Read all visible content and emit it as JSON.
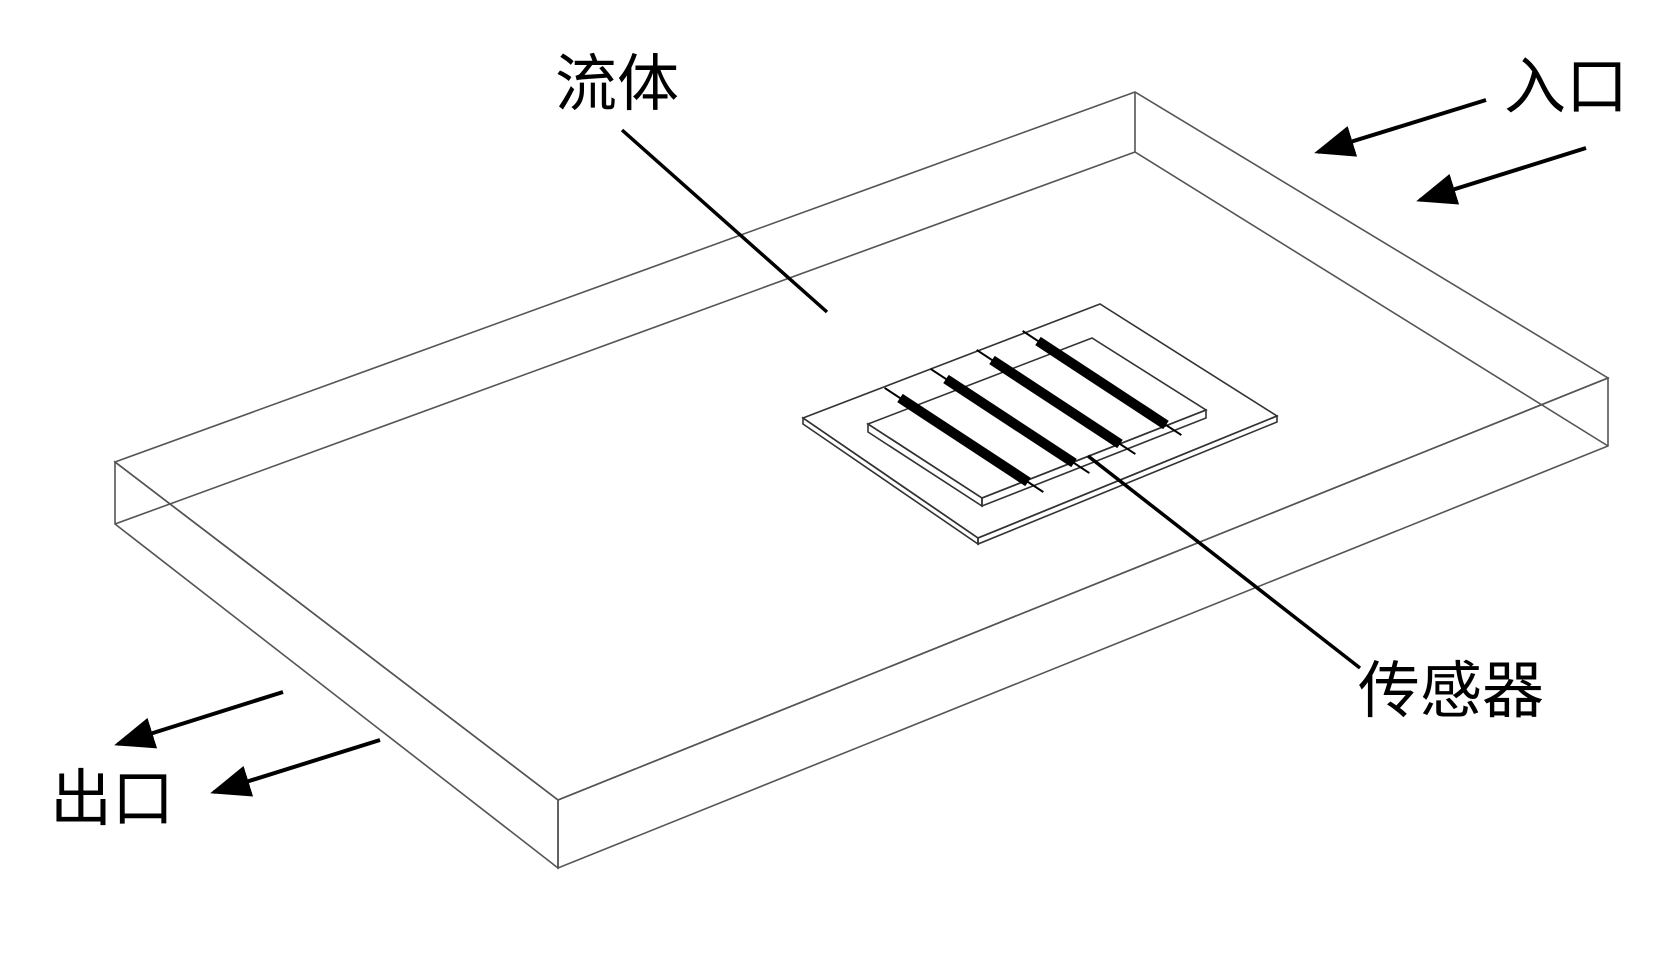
{
  "labels": {
    "fluid": "流体",
    "inlet": "入口",
    "outlet": "出口",
    "sensor": "传感器"
  },
  "electrodes": {
    "count": 4
  },
  "colors": {
    "lines": "#555555",
    "ink": "#000000",
    "background": "#ffffff"
  }
}
